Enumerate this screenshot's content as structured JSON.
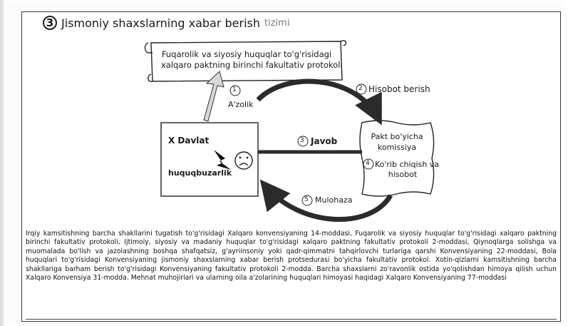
{
  "heading": {
    "number": "3",
    "title": "Jismoniy shaxslarning xabar berish",
    "title_tail": "tizimi"
  },
  "scroll": {
    "line1": "Fuqarolik va siyosiy huquqlar to'g'risidagi",
    "line2": "xalqaro paktning birinchi fakultativ protokoli"
  },
  "state_box": {
    "name": "X Davlat",
    "violation": "huquqbuzarlik"
  },
  "committee_box": {
    "line1": "Pakt bo'yicha",
    "line2": "komissiya",
    "step4_num": "4",
    "step4_line1": "Ko'rib chiqish va",
    "step4_line2": "hisobot"
  },
  "steps": [
    {
      "num": "1",
      "label": "A'zolik"
    },
    {
      "num": "2",
      "label": "Hisobot berish"
    },
    {
      "num": "3",
      "label": "Javob"
    },
    {
      "num": "5",
      "label": "Mulohaza"
    }
  ],
  "colors": {
    "arrow": "#2b2b2b",
    "frame": "#3a3a3a"
  },
  "footnote": "Irqiy kamsitishning barcha shakllarini tugatish to'g'risidagi Xalqaro konvensiyaning 14-moddasi, Fuqarolik va siyosiy huquqlar to'g'risidagi xalqaro paktning birinchi fakultativ protokoli, Ijtimoiy, siyosiy va madaniy huquqlar to'g'risidagi xalqaro paktning fakultativ protokoli 2-moddasi, Qiynoqlarga solishga va muomalada bo'lish va jazolashning boshqa shafqatsiz, g'ayriinsoniy yoki qadr-qimmatni tahqirlovchi turlariga qarshi Konvensiyaning 22-moddasi, Bola huquqlari to'g'risidagi Konvensiyaning jismoniy shaxslarning xabar berish protsedurasi bo'yicha fakultativ protokol. Xotin-qizlarni kamsitishning barcha shakllariga barham berish to'g'risidagi Konvensiyaning fakultativ protokoli 2-modda. Barcha shaxslarni zo'ravonlik ostida yo'qolishdan himoya qilish uchun Xalqaro Konvensiya 31-modda. Mehnat muhojirlari va ularning oila a'zolarining huquqlari himoyasi haqidagi Xalqaro Konvensiyaning 77-moddasi"
}
